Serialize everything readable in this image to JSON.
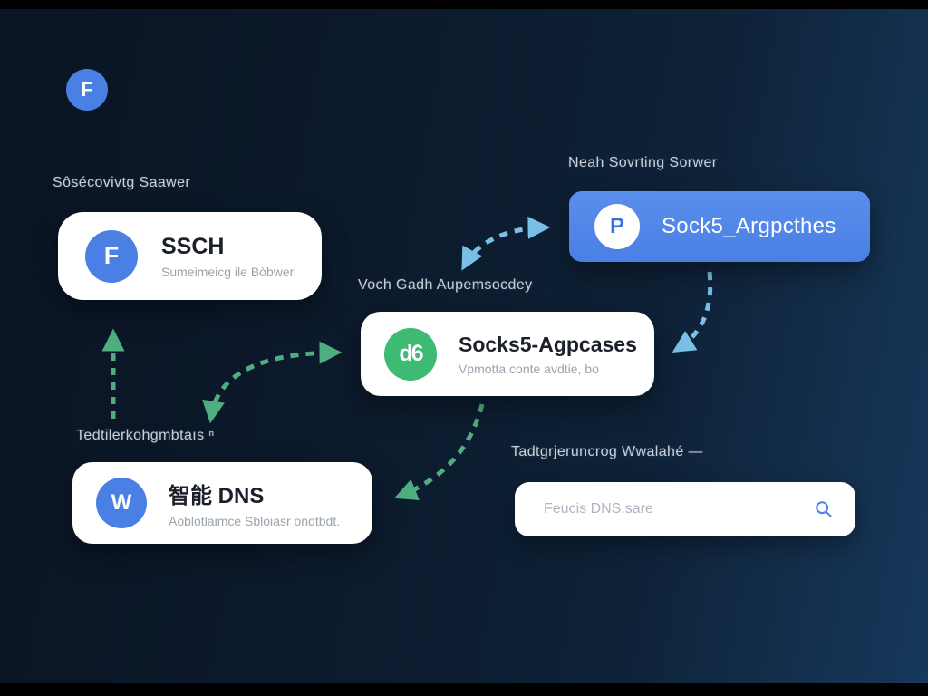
{
  "logo": {
    "icon_glyph": "F"
  },
  "sections": {
    "ssch_label": "Sôsécovivtg Saawer",
    "sock5_label": "Neah Sovrting Sorwer",
    "socks5_label": "Voch Gadh Aupemsocdey",
    "dns_label": "Tedtilerkohgmbtaıs ⁿ",
    "search_label": "Tadtgrjeruncrog Wwalahé —"
  },
  "cards": {
    "ssch": {
      "title": "SSCH",
      "subtitle": "Sumeimeicg ile Bòbwer",
      "icon_glyph": "F"
    },
    "sock5": {
      "title": "Sock5_Argpcthes",
      "icon_glyph": "P"
    },
    "socks5": {
      "title": "Socks5-Agpcases",
      "subtitle": "Vpmotta conte avdtie, bo",
      "icon_glyph": "d6"
    },
    "dns": {
      "title": "智能 DNS",
      "subtitle": "Aoblotlaimce Sbloiasr ondtbdt.",
      "icon_glyph": "W"
    }
  },
  "search": {
    "placeholder": "Feucis DNS.sare",
    "icon": "magnifier-icon"
  },
  "colors": {
    "background_left": "#0a1422",
    "background_right": "#17395c",
    "card_blue": "#4a80e4",
    "icon_green": "#3dba74",
    "arrow_green": "#4fae80",
    "arrow_blue": "#7ac0e6"
  }
}
